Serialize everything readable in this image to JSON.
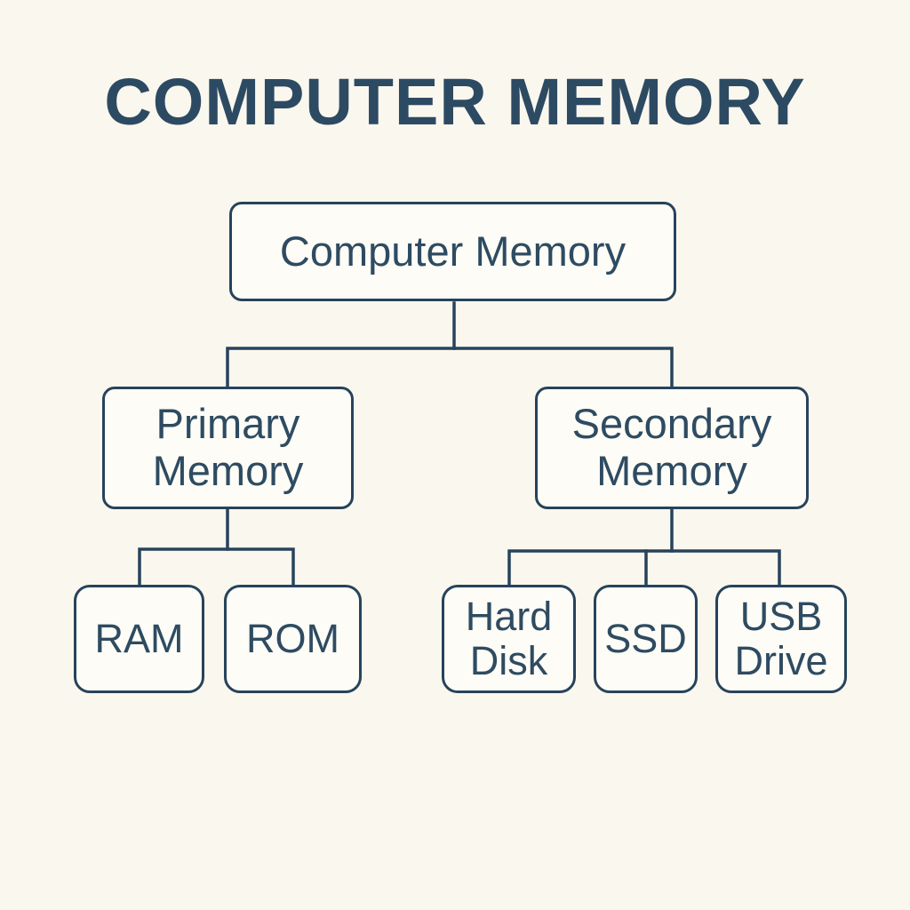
{
  "title": "COMPUTER MEMORY",
  "nodes": {
    "root": {
      "label": "Computer Memory"
    },
    "primary": {
      "label": "Primary Memory"
    },
    "secondary": {
      "label": "Secondary Memory"
    },
    "ram": {
      "label": "RAM"
    },
    "rom": {
      "label": "ROM"
    },
    "hard_disk": {
      "label": "Hard Disk"
    },
    "ssd": {
      "label": "SSD"
    },
    "usb_drive": {
      "label": "USB Drive"
    }
  },
  "edges": [
    {
      "from": "Computer Memory",
      "to": "Primary Memory"
    },
    {
      "from": "Computer Memory",
      "to": "Secondary Memory"
    },
    {
      "from": "Primary Memory",
      "to": "RAM"
    },
    {
      "from": "Primary Memory",
      "to": "ROM"
    },
    {
      "from": "Secondary Memory",
      "to": "Hard Disk"
    },
    {
      "from": "Secondary Memory",
      "to": "SSD"
    },
    {
      "from": "Secondary Memory",
      "to": "USB Drive"
    }
  ],
  "colors": {
    "background": "#faf7ee",
    "box_fill": "#fdfcf6",
    "line": "#27435c",
    "title_text": "#2d4a63",
    "node_text": "#2e4b61"
  }
}
